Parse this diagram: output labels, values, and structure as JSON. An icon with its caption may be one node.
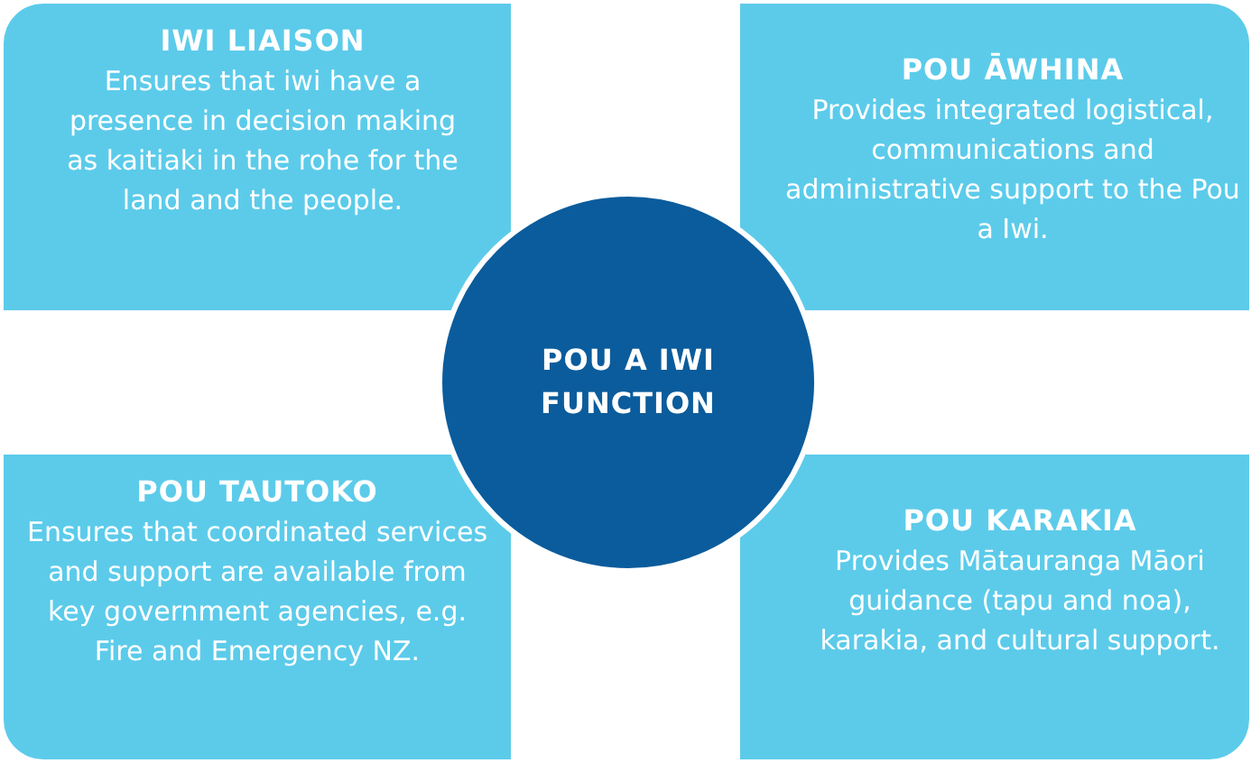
{
  "diagram": {
    "nodes": [
      {
        "text": [
          "IWI LIAISON",
          "Ensures that iwi have a presence in decision making as kaitiaki in the rohe for the land and the people."
        ]
      },
      {
        "text": [
          "POU ĀWHINA",
          "Provides integrated logistical, communications and administrative support to the Pou a Iwi."
        ]
      },
      {
        "text": [
          "POU A IWI FUNCTION"
        ]
      },
      {
        "text": [
          "POU TAUTOKO",
          "Ensures that coordinated services and support are available from key government agencies, e.g. Fire and Emergency NZ."
        ]
      },
      {
        "text": [
          "POU KARAKIA",
          "Provides Mātauranga Māori guidance (tapu and noa), karakia, and cultural support."
        ]
      }
    ]
  }
}
